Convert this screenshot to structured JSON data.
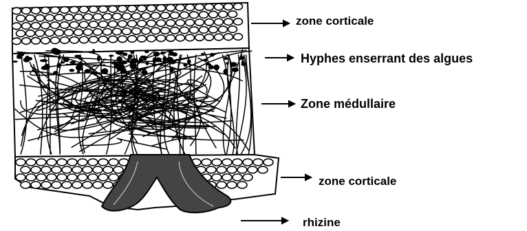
{
  "labels": [
    {
      "text": "zone corticale"
    },
    {
      "text": "Hyphes enserrant des algues"
    },
    {
      "text": "Zone médullaire"
    },
    {
      "text": "zone corticale"
    },
    {
      "text": "rhizine"
    }
  ]
}
